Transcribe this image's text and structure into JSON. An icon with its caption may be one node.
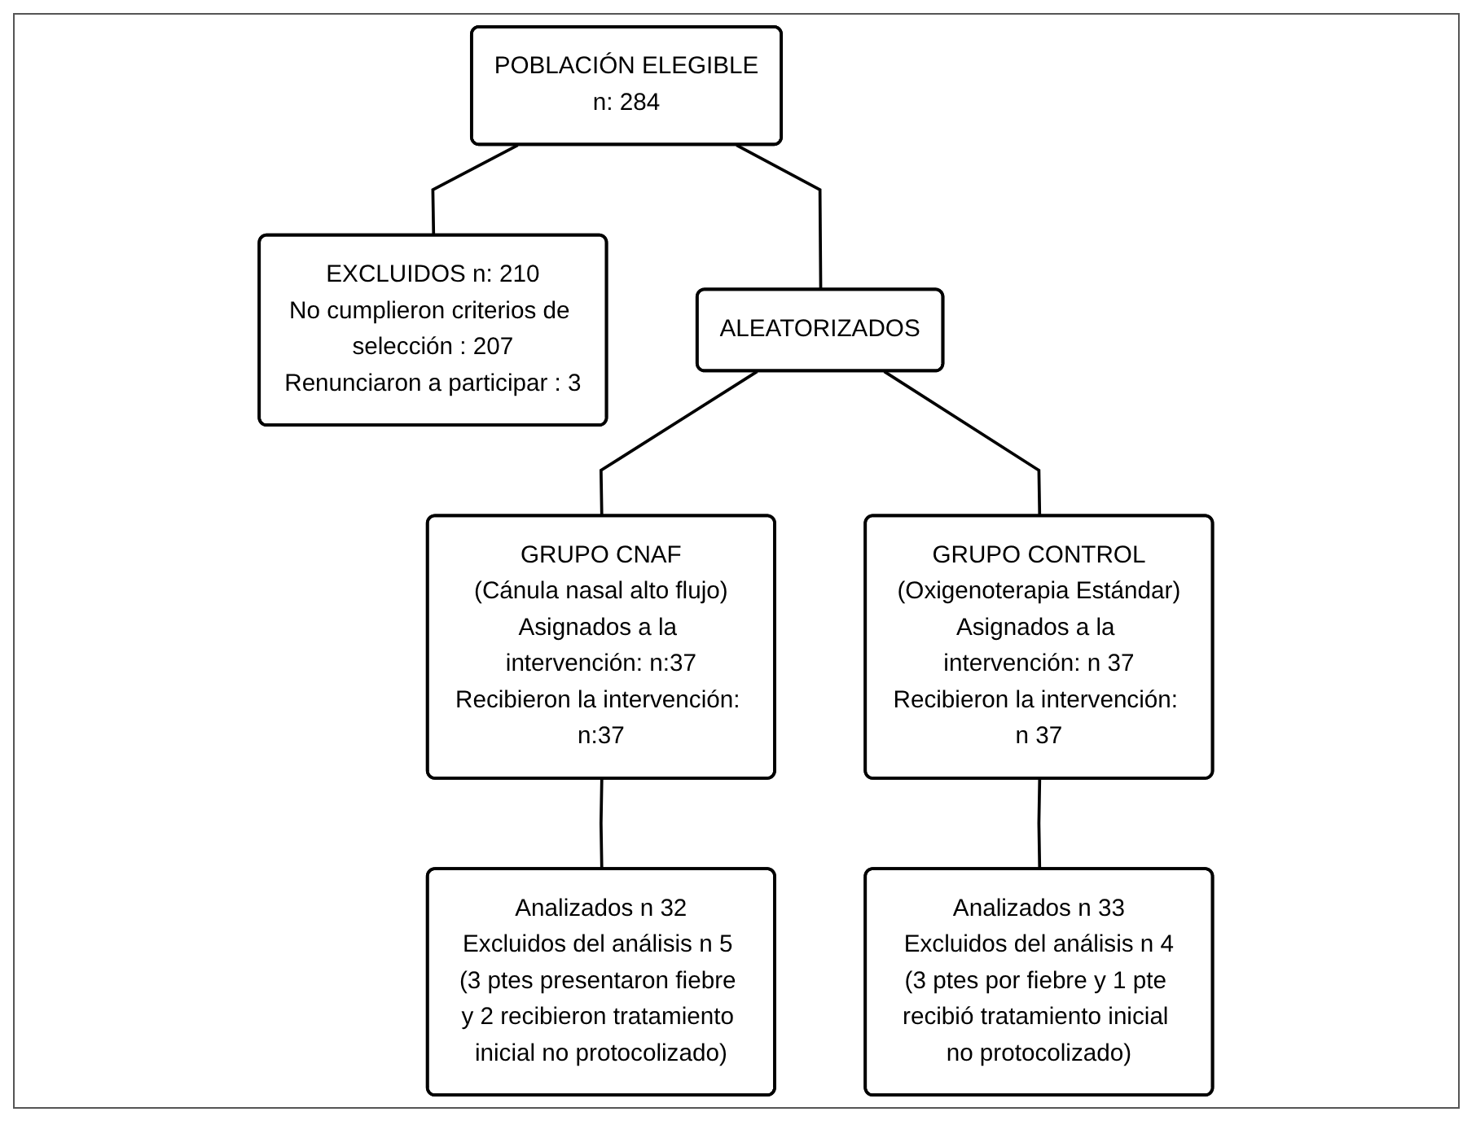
{
  "diagram": {
    "nodes": [
      {
        "text": [
          "POBLACIÓN ELEGIBLE",
          "n: 284"
        ]
      },
      {
        "text": [
          "EXCLUIDOS n: 210",
          "No cumplieron criterios de selección : 207",
          "Renunciaron a participar : 3"
        ]
      },
      {
        "text": [
          "ALEATORIZADOS"
        ]
      },
      {
        "text": [
          "GRUPO CNAF",
          "(Cánula nasal alto flujo)",
          "Asignados a la intervención: n:37",
          "Recibieron la intervención: n:37"
        ]
      },
      {
        "text": [
          "GRUPO CONTROL",
          "(Oxigenoterapia Estándar)",
          "Asignados a la intervención: n 37",
          "Recibieron la intervención: n 37"
        ]
      },
      {
        "text": [
          "Analizados n 32",
          "Excluidos del análisis n 5 (3 ptes presentaron fiebre y 2 recibieron tratamiento inicial no protocolizado)"
        ]
      },
      {
        "text": [
          "Analizados n 33",
          "Excluidos del análisis n 4",
          "(3 ptes por fiebre y 1 pte recibió tratamiento inicial no protocolizado)"
        ]
      }
    ],
    "edges": [
      {
        "from": 0,
        "to": 2,
        "arrow": "none"
      },
      {
        "from": 0,
        "to": 1,
        "arrow": "none"
      },
      {
        "from": 2,
        "to": 3,
        "arrow": "none"
      },
      {
        "from": 2,
        "to": 4,
        "arrow": "none"
      },
      {
        "from": 3,
        "to": 5,
        "arrow": "none"
      },
      {
        "from": 4,
        "to": 6,
        "arrow": "none"
      }
    ]
  }
}
